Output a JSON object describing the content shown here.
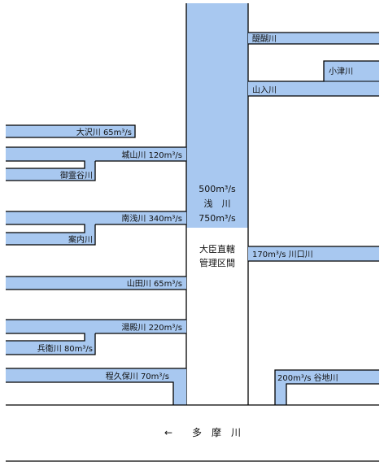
{
  "colors": {
    "water": "#a8c8f0",
    "line": "#000000"
  },
  "main_river": {
    "discharge_upper": "500m³/s",
    "name": "浅　川",
    "discharge_lower": "750m³/s",
    "section_label_line1": "大臣直轄",
    "section_label_line2": "管理区間"
  },
  "tributaries_right": [
    {
      "label": "醍醐川"
    },
    {
      "label": "小津川"
    },
    {
      "label": "山入川"
    },
    {
      "label": "170m³/s 川口川"
    },
    {
      "label": "200m³/s 谷地川"
    }
  ],
  "tributaries_left": [
    {
      "label": "大沢川 65m³/s"
    },
    {
      "label": "城山川 120m³/s"
    },
    {
      "label": "御霊谷川"
    },
    {
      "label": "南浅川 340m³/s"
    },
    {
      "label": "案内川"
    },
    {
      "label": "山田川 65m³/s"
    },
    {
      "label": "湯殿川 220m³/s"
    },
    {
      "label": "兵衛川 80m³/s"
    },
    {
      "label": "程久保川 70m³/s"
    }
  ],
  "downstream": {
    "arrow": "←",
    "name": "多　摩　川"
  }
}
